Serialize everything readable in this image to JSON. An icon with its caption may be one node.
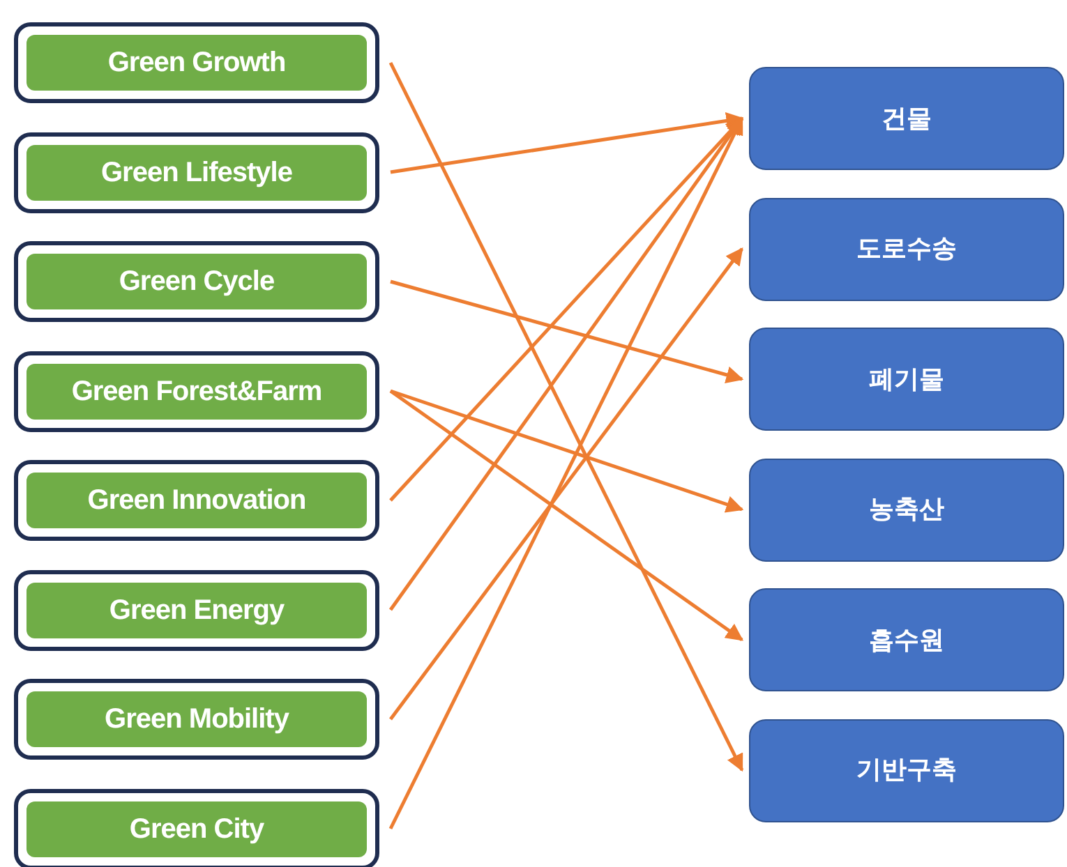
{
  "diagram": {
    "nodes": [
      {
        "text": [
          "Green Growth"
        ]
      },
      {
        "text": [
          "Green Lifestyle"
        ]
      },
      {
        "text": [
          "Green Cycle"
        ]
      },
      {
        "text": [
          "Green Forest&Farm"
        ]
      },
      {
        "text": [
          "Green Innovation"
        ]
      },
      {
        "text": [
          "Green Energy"
        ]
      },
      {
        "text": [
          "Green Mobility"
        ]
      },
      {
        "text": [
          "Green City"
        ]
      },
      {
        "text": [
          "건물"
        ]
      },
      {
        "text": [
          "도로수송"
        ]
      },
      {
        "text": [
          "폐기물"
        ]
      },
      {
        "text": [
          "농축산"
        ]
      },
      {
        "text": [
          "흡수원"
        ]
      },
      {
        "text": [
          "기반구축"
        ]
      }
    ],
    "edges": [
      {
        "from": 0,
        "to": 13,
        "arrow": "to"
      },
      {
        "from": 1,
        "to": 8,
        "arrow": "to"
      },
      {
        "from": 2,
        "to": 10,
        "arrow": "to"
      },
      {
        "from": 3,
        "to": 11,
        "arrow": "to"
      },
      {
        "from": 3,
        "to": 12,
        "arrow": "to"
      },
      {
        "from": 4,
        "to": 8,
        "arrow": "to"
      },
      {
        "from": 5,
        "to": 8,
        "arrow": "to"
      },
      {
        "from": 6,
        "to": 9,
        "arrow": "to"
      },
      {
        "from": 7,
        "to": 8,
        "arrow": "to"
      }
    ]
  }
}
